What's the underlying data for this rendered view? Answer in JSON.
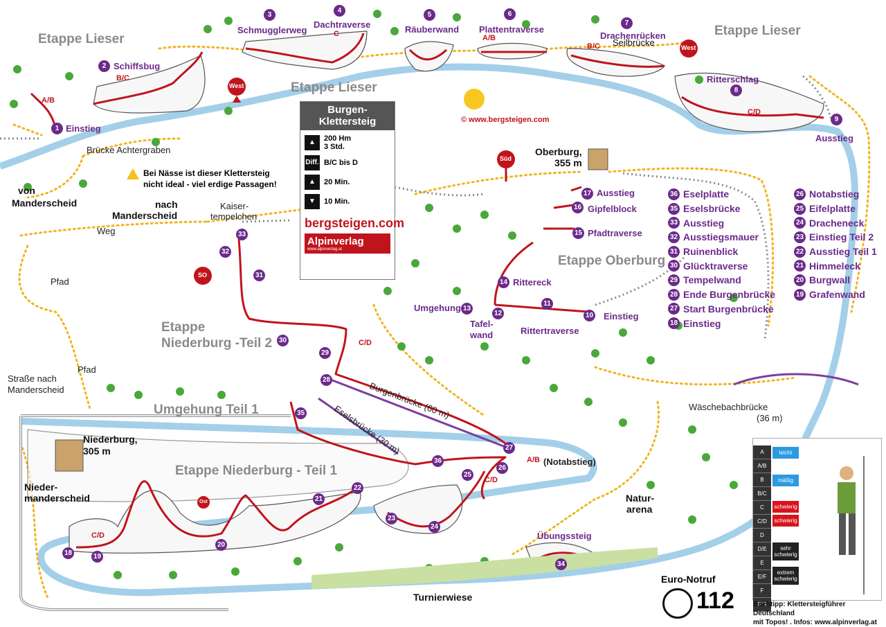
{
  "etappen": {
    "lieser_left": "Etappe Lieser",
    "lieser_center": "Etappe Lieser",
    "lieser_right": "Etappe Lieser",
    "oberburg": "Etappe Oberburg",
    "niederburg_2_line1": "Etappe",
    "niederburg_2_line2": "Niederburg -Teil 2",
    "niederburg_1": "Etappe Niederburg - Teil 1",
    "umgehung_1": "Umgehung Teil 1"
  },
  "routes": {
    "r1": "Einstieg",
    "r2": "Schiffsbug",
    "r3": "Schmugglerweg",
    "r4": "Dachtraverse",
    "r5": "Räuberwand",
    "r6": "Plattentraverse",
    "r7": "Drachenrücken",
    "r8": "Ritterschlag",
    "r9": "Ausstieg",
    "r10": "Einstieg",
    "r12": "Tafel-",
    "r12b": "wand",
    "r13": "Umgehung",
    "r14": "Rittereck",
    "r11": "Rittertraverse",
    "r15": "Pfadtraverse",
    "r16": "Gipfelblock",
    "r17": "Ausstieg",
    "ubungssteig": "Übungssteig"
  },
  "places": {
    "bruecke_achtergraben": "Brücke Achtergraben",
    "seilbruecke": "Seilbrücke",
    "von": "von",
    "von2": "Manderscheid",
    "nach": "nach",
    "nach2": "Manderscheid",
    "kaiser": "Kaiser-",
    "kaiser2": "tempelchen",
    "weg": "Weg",
    "pfad1": "Pfad",
    "pfad2": "Pfad",
    "strasse1": "Straße nach",
    "strasse2": "Manderscheid",
    "oberburg": "Oberburg,",
    "oberburg_h": "355 m",
    "niederburg": "Niederburg,",
    "niederburg_h": "305 m",
    "niedermanderscheid1": "Nieder-",
    "niedermanderscheid2": "manderscheid",
    "natur1": "Natur-",
    "natur2": "arena",
    "turnierwiese": "Turnierwiese",
    "waeschebach1": "Wäschebachbrücke",
    "waeschebach2": "(36 m)",
    "burgenbruecke": "Burgenbrücke (60 m)",
    "eselsbruecke": "Eselsbrücke (30 m)",
    "notabstieg": "(Notabstieg)",
    "lieser": "Lieser"
  },
  "compass": [
    "West",
    "West",
    "Süd",
    "SO",
    "Ost"
  ],
  "warning": {
    "line1": "Bei Nässe ist dieser Klettersteig",
    "line2": "nicht ideal - viel erdige Passagen!"
  },
  "copyright": "© www.bergsteigen.com",
  "infobox": {
    "title1": "Burgen-",
    "title2": "Klettersteig",
    "row1a": "200 Hm",
    "row1b": "3 Std.",
    "diff_icon": "Diff.",
    "diff": "B/C bis D",
    "approach": "20 Min.",
    "descent": "10 Min.",
    "brand": "bergsteigen.com",
    "publisher": "Alpinverlag",
    "publisher_url": "www.alpinverlag.at"
  },
  "legend": {
    "left": [
      {
        "n": "36",
        "t": "Eselplatte"
      },
      {
        "n": "35",
        "t": "Eselsbrücke"
      },
      {
        "n": "33",
        "t": "Ausstieg"
      },
      {
        "n": "32",
        "t": "Ausstiegsmauer"
      },
      {
        "n": "31",
        "t": "Ruinenblick"
      },
      {
        "n": "30",
        "t": "Glücktraverse"
      },
      {
        "n": "29",
        "t": "Tempelwand"
      },
      {
        "n": "28",
        "t": "Ende Burgenbrücke"
      },
      {
        "n": "27",
        "t": "Start Burgenbrücke"
      },
      {
        "n": "18",
        "t": "Einstieg"
      }
    ],
    "right": [
      {
        "n": "26",
        "t": "Notabstieg"
      },
      {
        "n": "25",
        "t": "Eifelplatte"
      },
      {
        "n": "24",
        "t": "Dracheneck"
      },
      {
        "n": "23",
        "t": "Einstieg Teil 2"
      },
      {
        "n": "22",
        "t": "Ausstieg Teil 1"
      },
      {
        "n": "21",
        "t": "Himmeleck"
      },
      {
        "n": "20",
        "t": "Burgwall"
      },
      {
        "n": "19",
        "t": "Grafenwand"
      }
    ]
  },
  "difficulty": {
    "grades": [
      "A",
      "A/B",
      "B",
      "B/C",
      "C",
      "C/D",
      "D",
      "D/E",
      "E",
      "E/F",
      "F",
      "F/G"
    ],
    "scale": [
      {
        "t": "leicht",
        "color": "#2b9be0"
      },
      {
        "t": "mäßig",
        "color": "#2b9be0"
      },
      {
        "t": "schwierig",
        "color": "#d8141c"
      },
      {
        "t": "schwierig",
        "color": "#d8141c"
      },
      {
        "t": "sehr schwierig",
        "color": "#222222"
      },
      {
        "t": "extrem schwierig",
        "color": "#222222"
      }
    ]
  },
  "notruf": {
    "label": "Euro-Notruf",
    "number": "112"
  },
  "booktip": {
    "line1": "Buchtipp: Klettersteigführer Deutschland",
    "line2": "mit Topos! . Infos: www.alpinverlag.at"
  },
  "colors": {
    "route": "#c0141c",
    "trail": "#f0b51e",
    "river": "#7ab6dc",
    "purple": "#6b2a8a",
    "tree": "#4aa83a"
  }
}
